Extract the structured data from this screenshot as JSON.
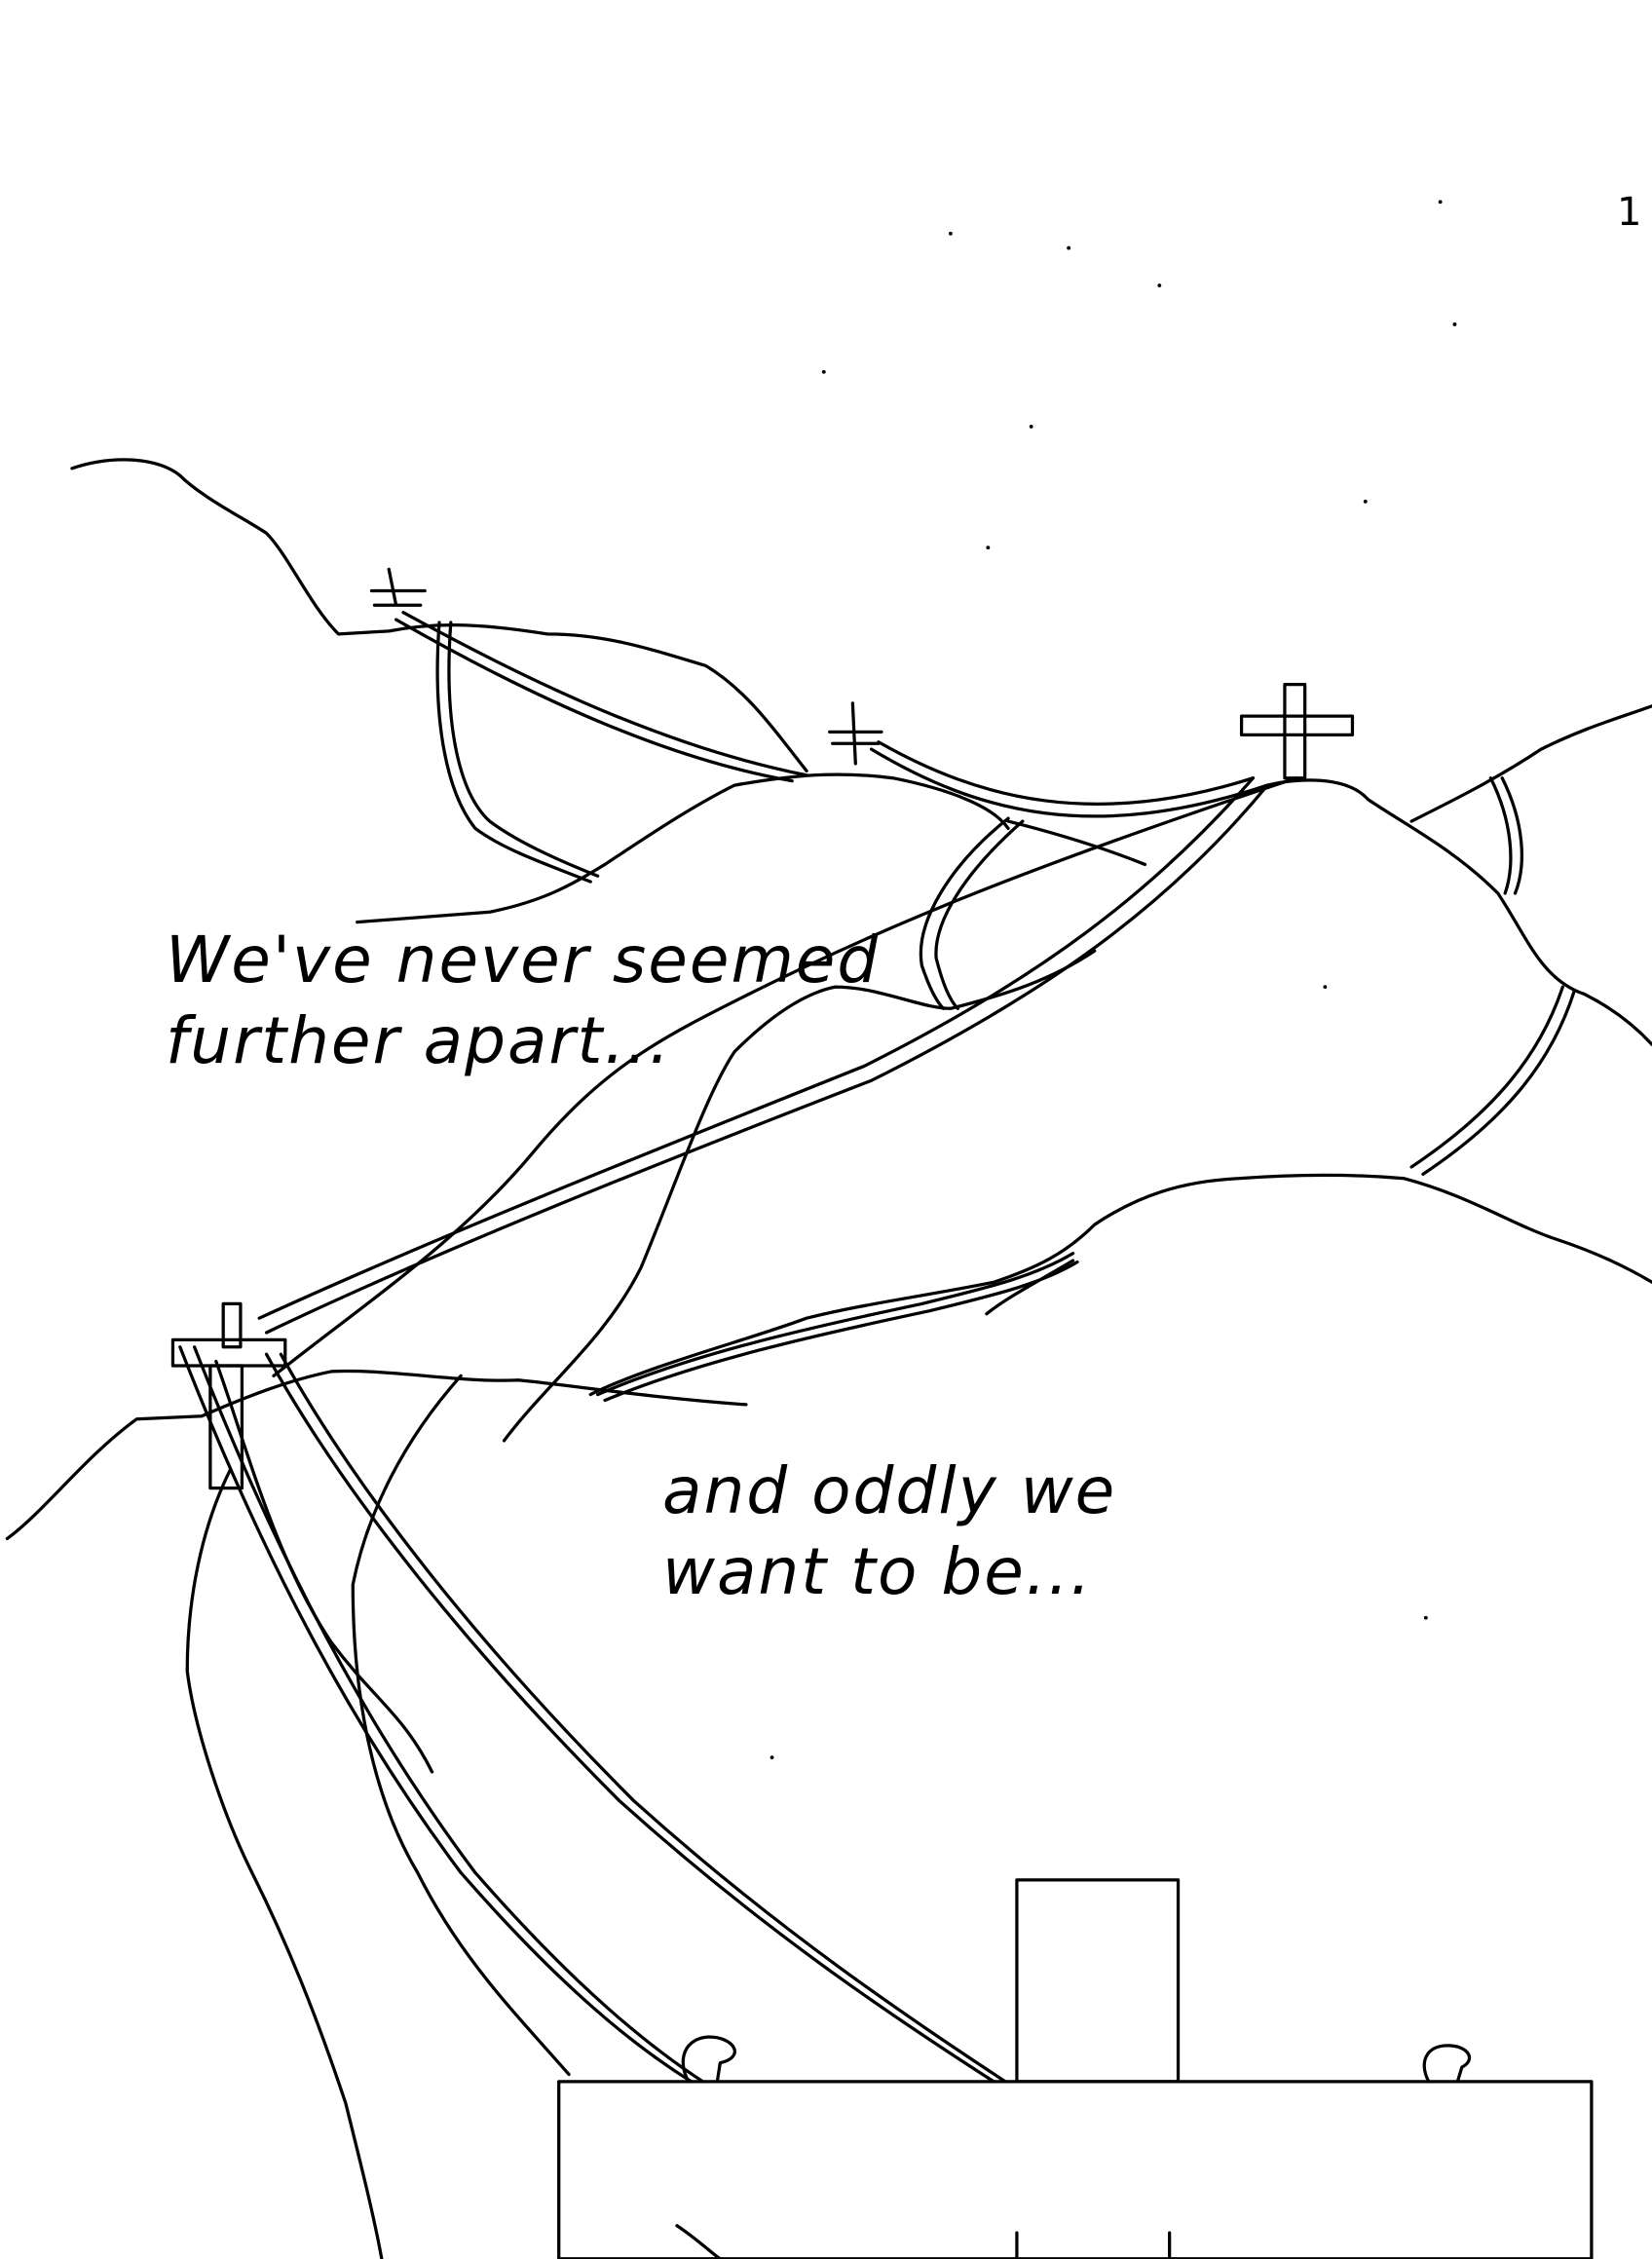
{
  "page_number": "1",
  "captions": {
    "first_line1": "We've never seemed",
    "first_line2": "further apart...",
    "second_line1": "and oddly we",
    "second_line2": "want to be..."
  },
  "colors": {
    "ink": "#000000",
    "paper": "#ffffff"
  }
}
